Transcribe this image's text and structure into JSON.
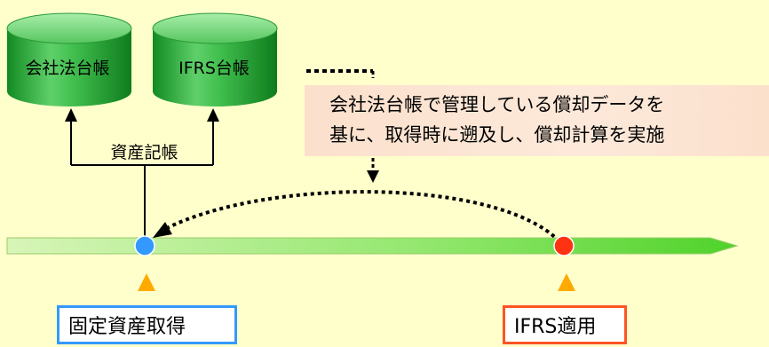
{
  "ledgers": {
    "company": "会社法台帳",
    "ifrs": "IFRS台帳"
  },
  "asset_record_label": "資産記帳",
  "note": {
    "line1": "会社法台帳で管理している償却データを",
    "line2": "基に、取得時に遡及し、償却計算を実施"
  },
  "events": {
    "acquire": "固定資産取得",
    "ifrs_apply": "IFRS適用"
  },
  "colors": {
    "background": "#ffffcc",
    "cylinder_green": "#22a832",
    "timeline_green": "#66dd33",
    "acquire_blue": "#3399ff",
    "ifrs_red": "#ff3311",
    "marker_orange": "#ffaa00",
    "note_bg": "#fbe0cc"
  }
}
